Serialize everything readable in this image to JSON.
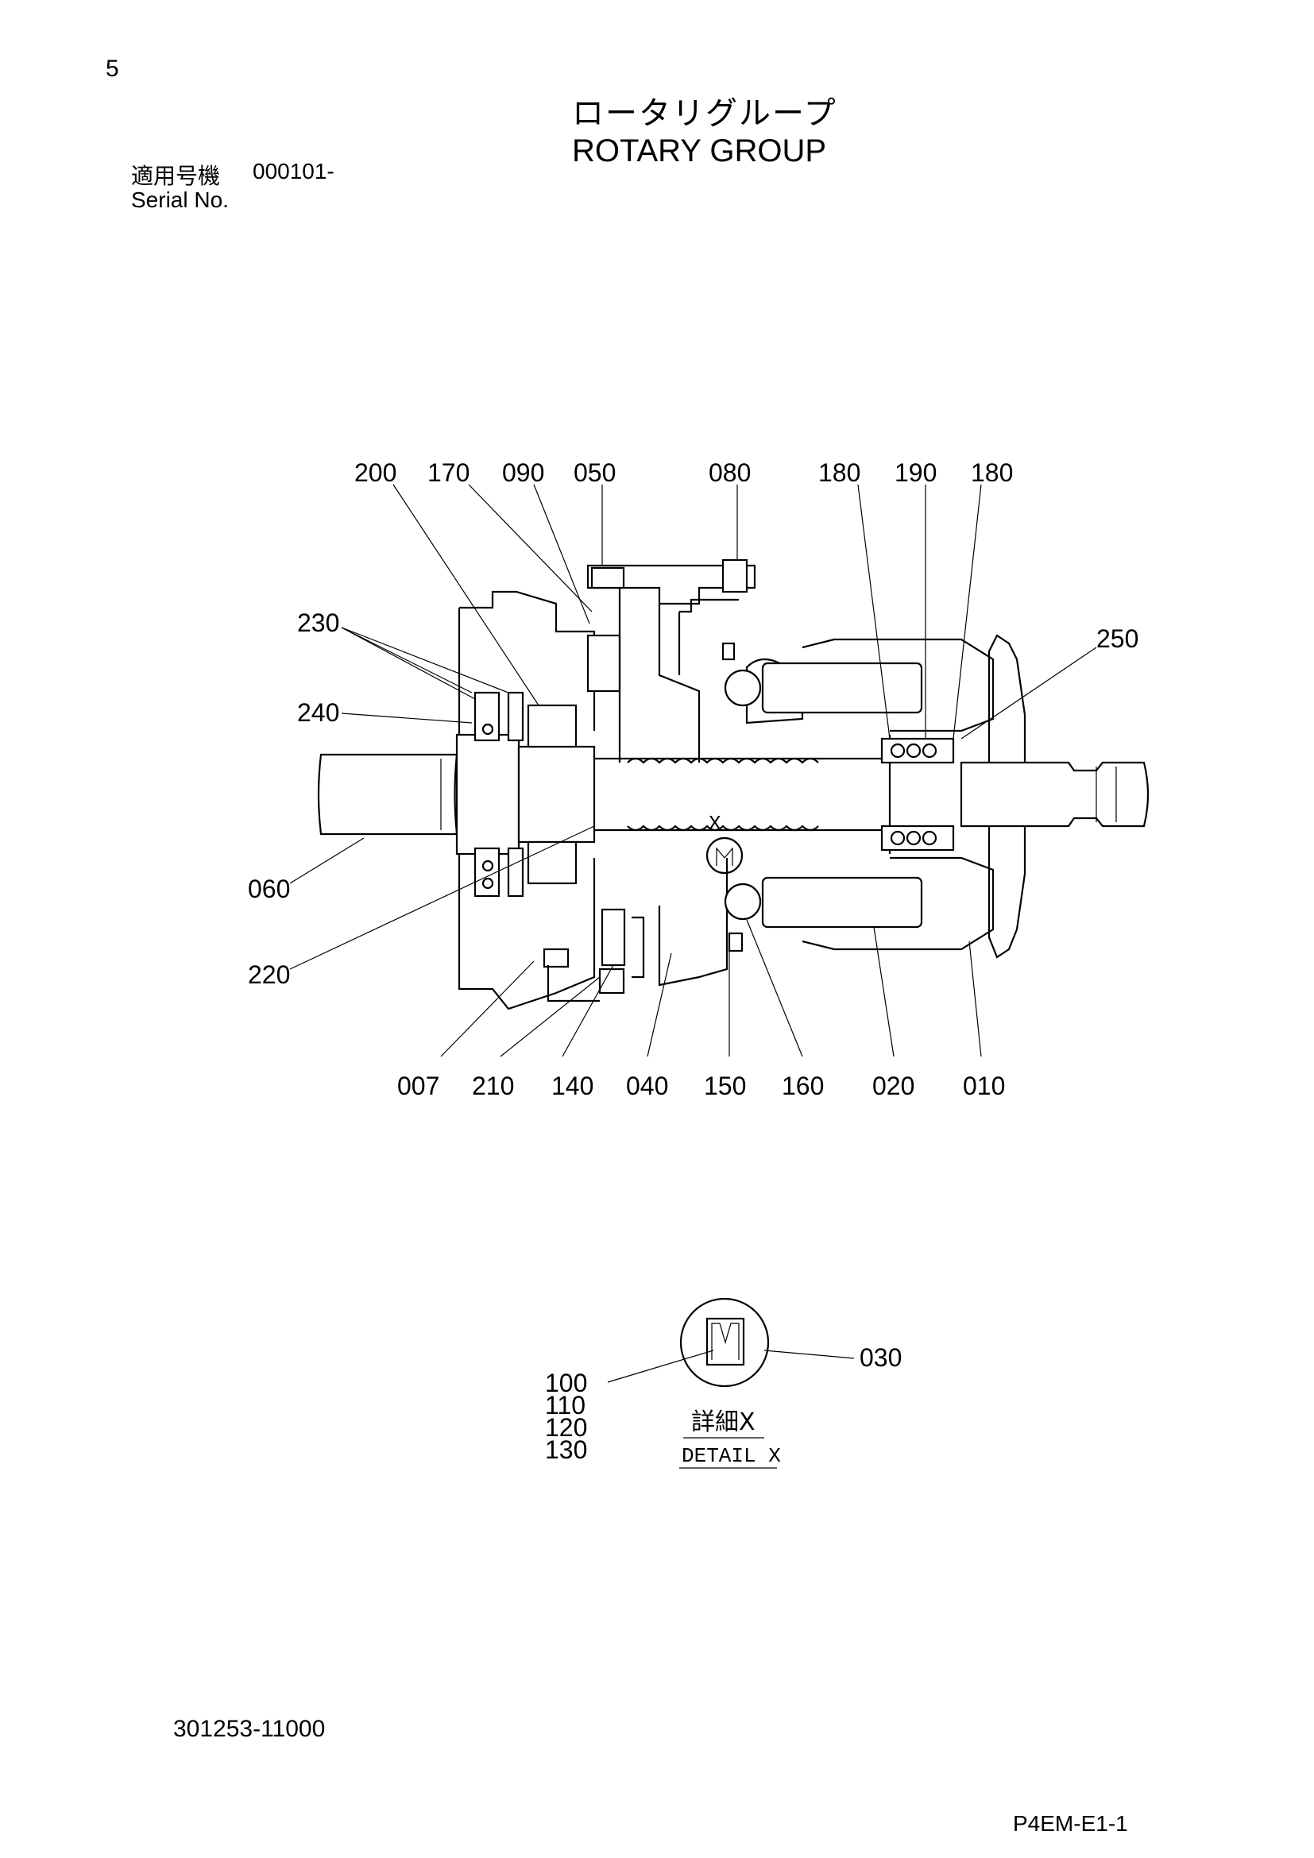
{
  "page": {
    "number": "5",
    "title_jp": "ロータリグループ",
    "title_en": "ROTARY GROUP",
    "serial_label_jp": "適用号機",
    "serial_value": "000101-",
    "serial_label_en": "Serial No.",
    "drawing_number": "301253-11000",
    "page_code": "P4EM-E1-1"
  },
  "diagram": {
    "top_callouts": [
      "200",
      "170",
      "090",
      "050",
      "080",
      "180",
      "190",
      "180"
    ],
    "left_callouts": [
      "230",
      "240",
      "060",
      "220"
    ],
    "right_callouts": [
      "250"
    ],
    "bottom_callouts": [
      "007",
      "210",
      "140",
      "040",
      "150",
      "160",
      "020",
      "010"
    ],
    "center_marker": "X",
    "detail": {
      "label_jp": "詳細X",
      "label_en": "DETAIL X",
      "callout_right": "030",
      "callouts_left": [
        "100",
        "110",
        "120",
        "130"
      ]
    }
  }
}
